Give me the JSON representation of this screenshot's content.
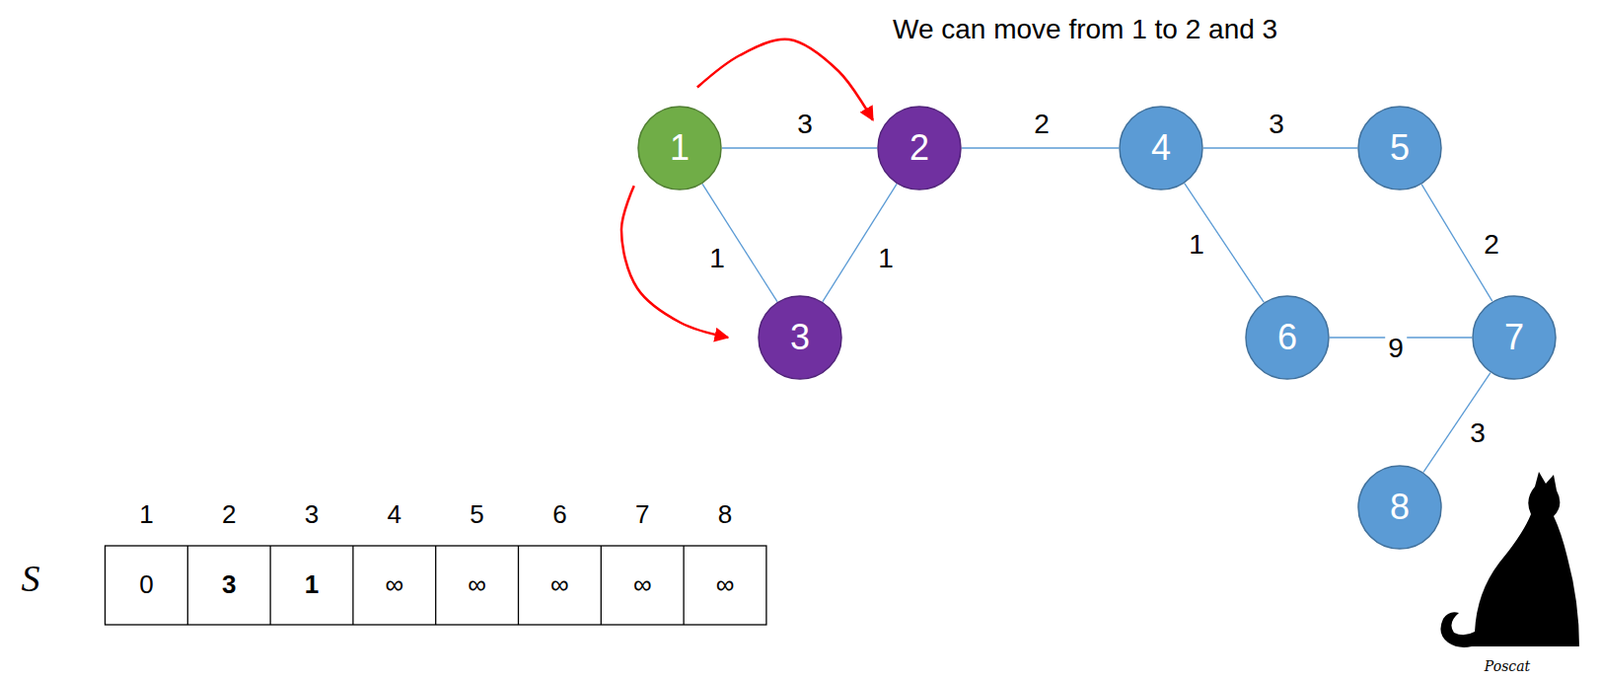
{
  "diagram": {
    "title": "We can move from 1 to 2 and 3",
    "nodes": [
      {
        "text": [
          "1"
        ]
      },
      {
        "text": [
          "2"
        ]
      },
      {
        "text": [
          "3"
        ]
      },
      {
        "text": [
          "4"
        ]
      },
      {
        "text": [
          "5"
        ]
      },
      {
        "text": [
          "6"
        ]
      },
      {
        "text": [
          "7"
        ]
      },
      {
        "text": [
          "8"
        ]
      }
    ],
    "edges": [
      {
        "from": 0,
        "to": 1,
        "arrow": "none",
        "label": "3"
      },
      {
        "from": 0,
        "to": 2,
        "arrow": "none",
        "label": "1"
      },
      {
        "from": 1,
        "to": 2,
        "arrow": "none",
        "label": "1"
      },
      {
        "from": 1,
        "to": 3,
        "arrow": "none",
        "label": "2"
      },
      {
        "from": 3,
        "to": 4,
        "arrow": "none",
        "label": "3"
      },
      {
        "from": 3,
        "to": 5,
        "arrow": "none",
        "label": "1"
      },
      {
        "from": 4,
        "to": 6,
        "arrow": "none",
        "label": "2"
      },
      {
        "from": 5,
        "to": 6,
        "arrow": "none",
        "label": "9"
      },
      {
        "from": 6,
        "to": 7,
        "arrow": "none",
        "label": "3"
      },
      {
        "from": 0,
        "to": 1,
        "arrow": "to"
      },
      {
        "from": 0,
        "to": 2,
        "arrow": "to"
      }
    ],
    "labels": [
      "1",
      "2",
      "3",
      "4",
      "5",
      "6",
      "7",
      "8",
      "S",
      "0",
      "3",
      "1",
      "∞",
      "∞",
      "∞",
      "∞",
      "∞",
      "Poscat"
    ]
  }
}
